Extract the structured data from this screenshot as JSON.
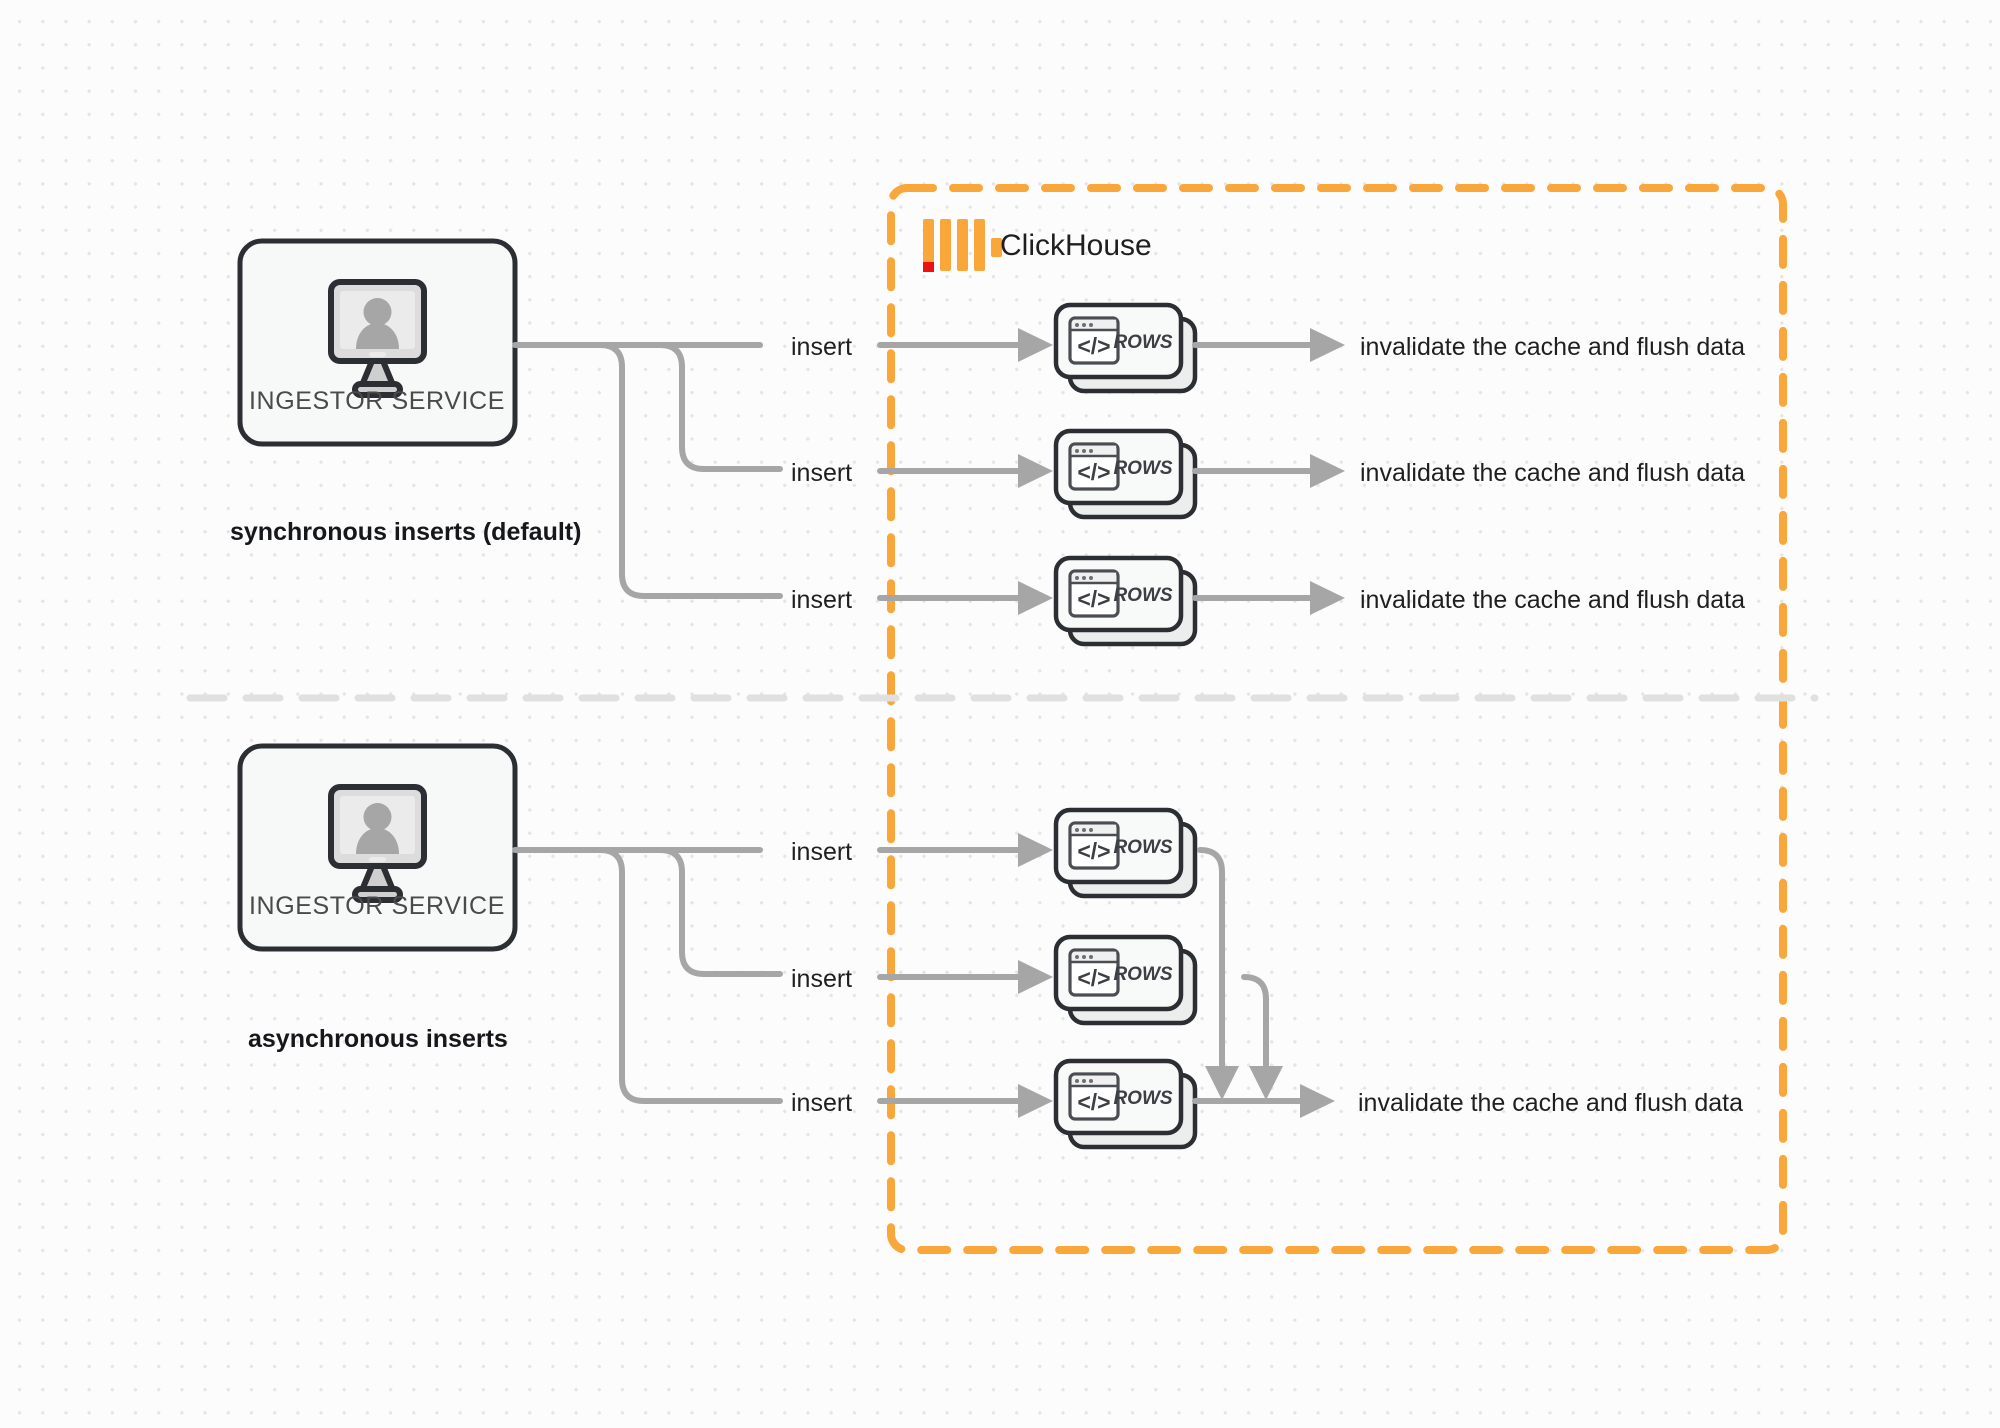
{
  "diagram": {
    "title_brand": "ClickHouse",
    "sections": [
      {
        "id": "synchronous",
        "caption": "synchronous inserts (default)",
        "node_label": "INGESTOR SERVICE",
        "node_icon": "monitor-user-icon",
        "flows": [
          {
            "insert_label": "insert",
            "card_label": "ROWS",
            "result_label": "invalidate the cache and flush data"
          },
          {
            "insert_label": "insert",
            "card_label": "ROWS",
            "result_label": "invalidate the cache and flush data"
          },
          {
            "insert_label": "insert",
            "card_label": "ROWS",
            "result_label": "invalidate the cache and flush data"
          }
        ]
      },
      {
        "id": "asynchronous",
        "caption": "asynchronous inserts",
        "node_label": "INGESTOR SERVICE",
        "node_icon": "monitor-user-icon",
        "flows": [
          {
            "insert_label": "insert",
            "card_label": "ROWS"
          },
          {
            "insert_label": "insert",
            "card_label": "ROWS"
          },
          {
            "insert_label": "insert",
            "card_label": "ROWS"
          }
        ],
        "merged_result_label": "invalidate the cache and flush data"
      }
    ],
    "colors": {
      "brand_orange": "#f9a63a",
      "brand_red": "#ef1111",
      "flow_gray": "#a6a6a6",
      "node_border": "#2b2e33",
      "canvas": "#fcfcfc",
      "divider": "#e0e0e0"
    }
  }
}
